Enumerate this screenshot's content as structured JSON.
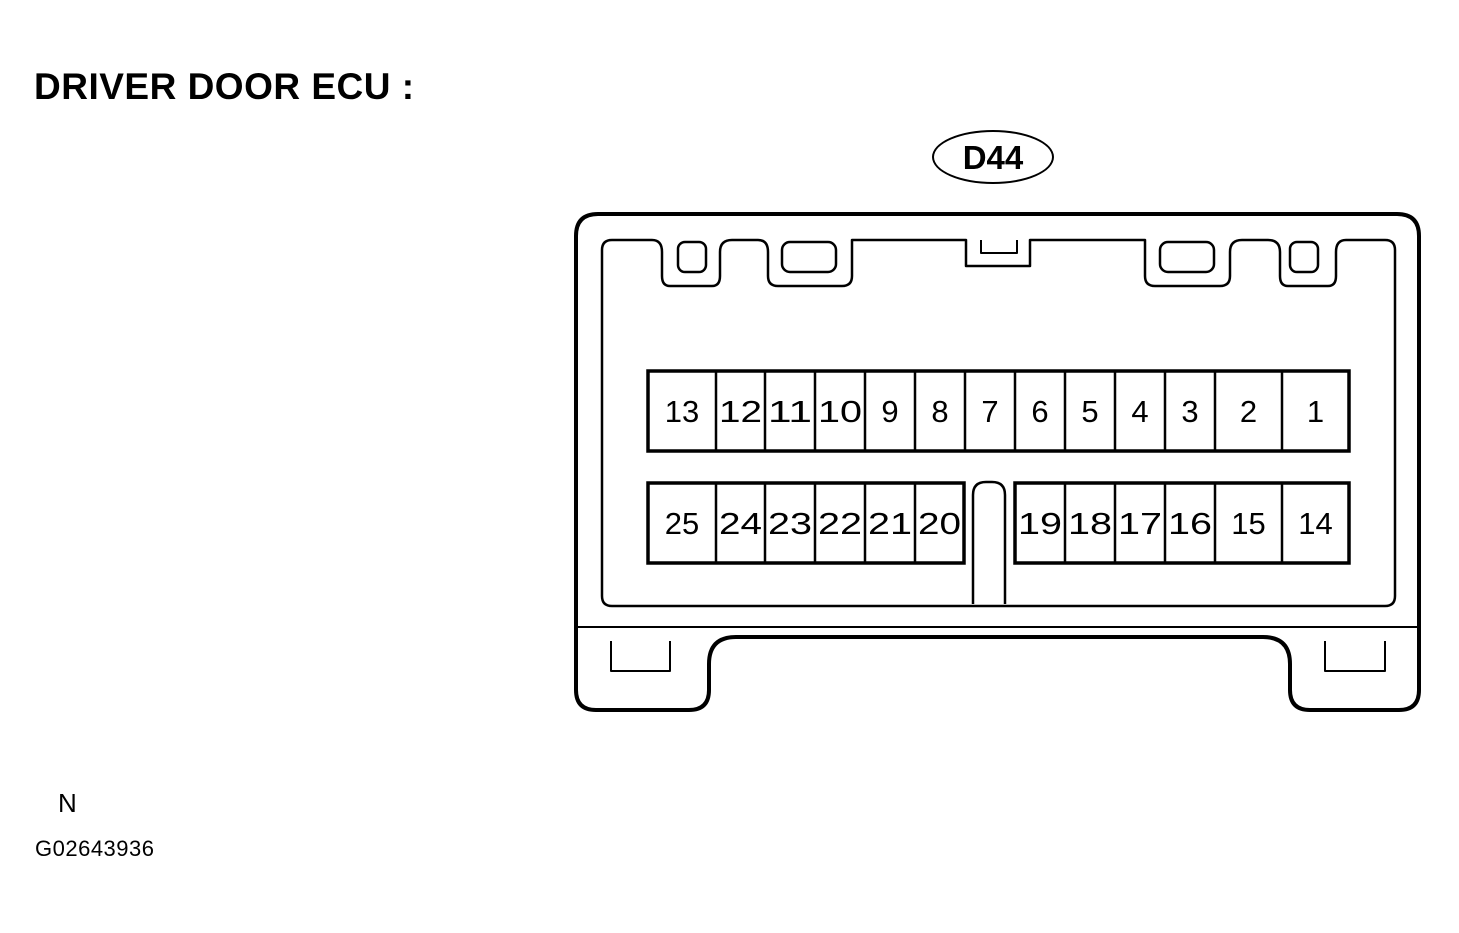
{
  "diagram": {
    "title": "DRIVER DOOR ECU :",
    "connector_code": "D44",
    "top_row_pins": [
      "13",
      "12",
      "11",
      "10",
      "9",
      "8",
      "7",
      "6",
      "5",
      "4",
      "3",
      "2",
      "1"
    ],
    "bottom_row_left_pins": [
      "25",
      "24",
      "23",
      "22",
      "21",
      "20"
    ],
    "bottom_row_right_pins": [
      "19",
      "18",
      "17",
      "16",
      "15",
      "14"
    ]
  },
  "footer": {
    "note_letter": "N",
    "figure_code": "G02643936"
  },
  "colors": {
    "line": "#000000",
    "background": "#ffffff"
  }
}
